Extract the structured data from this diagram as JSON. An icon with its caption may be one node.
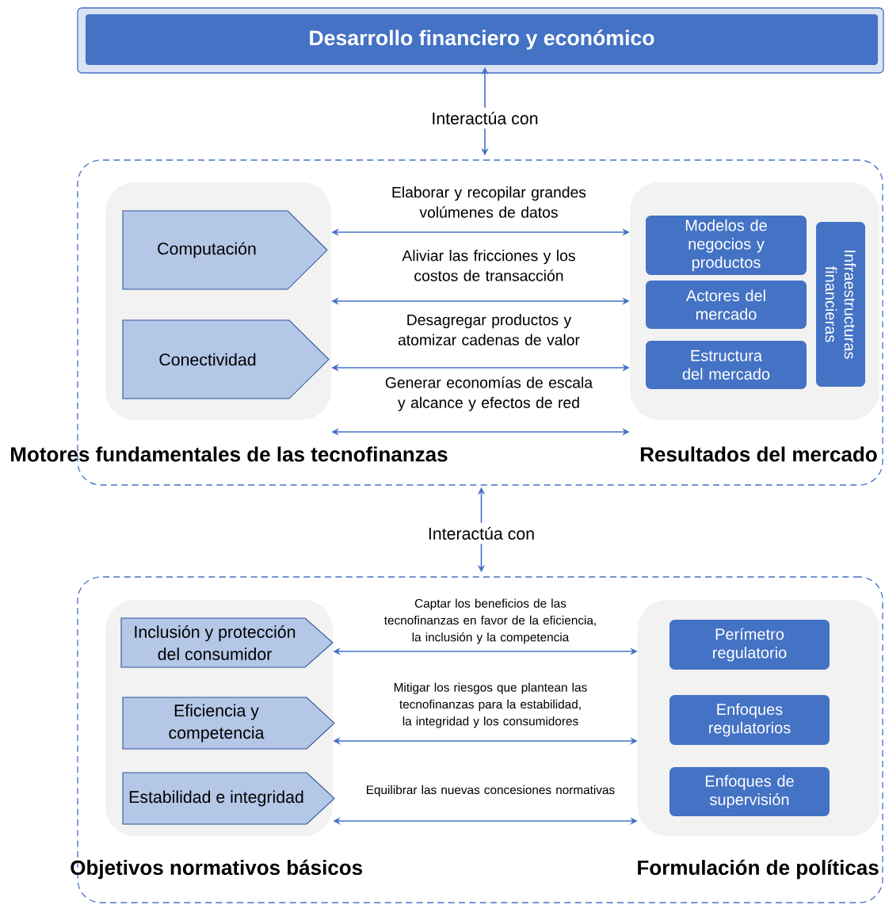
{
  "diagram": {
    "nodes": [
      {
        "text": [
          "Desarrollo financiero y económico"
        ]
      },
      {
        "text": [
          "Interactúa con"
        ]
      },
      {
        "text": [],
        "shape": "box"
      },
      {
        "text": [
          "Motores fundamentales de las tecnofinanzas"
        ],
        "in": 2
      },
      {
        "text": [
          "Computación"
        ],
        "in": 3
      },
      {
        "text": [
          "Conectividad"
        ],
        "in": 3
      },
      {
        "text": [
          "Resultados del mercado"
        ],
        "in": 2
      },
      {
        "text": [
          "Modelos de negocios y productos"
        ],
        "in": 6
      },
      {
        "text": [
          "Actores del mercado"
        ],
        "in": 6
      },
      {
        "text": [
          "Estructura del mercado"
        ],
        "in": 6
      },
      {
        "text": [
          "Infraestructuras financieras"
        ],
        "in": 6
      },
      {
        "text": [
          "Interactúa con"
        ]
      },
      {
        "text": [],
        "shape": "box"
      },
      {
        "text": [
          "Objetivos normativos básicos"
        ],
        "in": 12
      },
      {
        "text": [
          "Inclusión y protección del consumidor"
        ],
        "in": 13
      },
      {
        "text": [
          "Eficiencia y competencia"
        ],
        "in": 13
      },
      {
        "text": [
          "Estabilidad e integridad"
        ],
        "in": 13
      },
      {
        "text": [
          "Formulación de políticas"
        ],
        "in": 12
      },
      {
        "text": [
          "Perímetro regulatorio"
        ],
        "in": 17
      },
      {
        "text": [
          "Enfoques regulatorios"
        ],
        "in": 17
      },
      {
        "text": [
          "Enfoques de supervisión"
        ],
        "in": 17
      }
    ],
    "edges": [
      {
        "from": 1,
        "to": 0,
        "arrow": "to"
      },
      {
        "from": 1,
        "to": 2,
        "arrow": "to"
      },
      {
        "from": 3,
        "to": 6,
        "arrow": "both",
        "label": "Elaborar y recopilar grandes volúmenes de datos"
      },
      {
        "from": 3,
        "to": 6,
        "arrow": "both",
        "label": "Aliviar las fricciones y los costos de transacción"
      },
      {
        "from": 3,
        "to": 6,
        "arrow": "both",
        "label": "Desagregar productos y atomizar cadenas de valor"
      },
      {
        "from": 3,
        "to": 6,
        "arrow": "both",
        "label": "Generar economías de escala y alcance y efectos de red"
      },
      {
        "from": 11,
        "to": 2,
        "arrow": "to"
      },
      {
        "from": 11,
        "to": 12,
        "arrow": "to"
      },
      {
        "from": 13,
        "to": 17,
        "arrow": "both",
        "label": "Captar los beneficios de las tecnofinanzas en favor de la eficiencia, la inclusión y la competencia"
      },
      {
        "from": 13,
        "to": 17,
        "arrow": "both",
        "label": "Mitigar los riesgos que plantean las tecnofinanzas para la estabilidad, la integridad y los consumidores"
      },
      {
        "from": 13,
        "to": 17,
        "arrow": "both",
        "label": "Equilibrar las nuevas concesiones normativas"
      }
    ]
  }
}
